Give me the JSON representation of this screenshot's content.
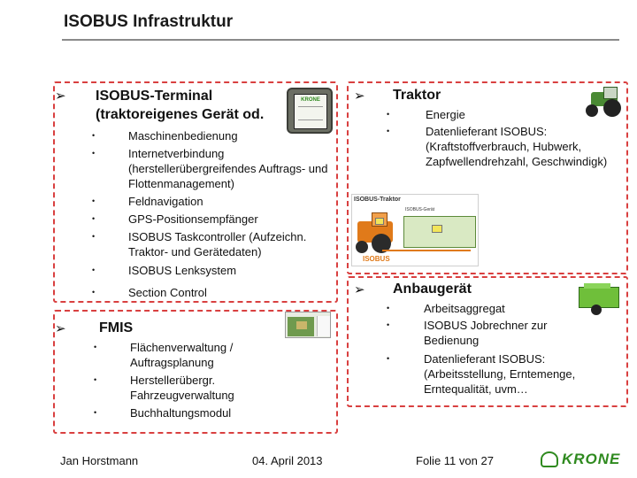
{
  "slide_title": "ISOBUS Infrastruktur",
  "terminal": {
    "heading_line1": "ISOBUS-Terminal",
    "heading_line2": "(traktoreigenes Gerät od.",
    "items": [
      "Maschinenbedienung",
      "Internetverbindung (herstellerübergreifendes Auftrags- und Flottenmanagement)",
      "Feldnavigation",
      "GPS-Positionsempfänger",
      "ISOBUS Taskcontroller (Aufzeichn. Traktor- und Gerätedaten)",
      "ISOBUS Lenksystem",
      "Section Control"
    ],
    "screen_brand": "KRONE"
  },
  "fmis": {
    "heading": "FMIS",
    "items": [
      "Flächenverwaltung / Auftragsplanung",
      "Herstellerübergr. Fahrzeugverwaltung",
      "Buchhaltungsmodul"
    ]
  },
  "traktor": {
    "heading": "Traktor",
    "items": [
      "Energie",
      "Datenlieferant ISOBUS: (Kraftstoffverbrauch, Hubwerk, Zapfwellendrehzahl, Geschwindigk)"
    ]
  },
  "diagram": {
    "left_label": "ISOBUS-Traktor",
    "right_label": "ISOBUS-Gerät",
    "bus_label": "ISOBUS"
  },
  "anbaugeraet": {
    "heading": "Anbaugerät",
    "items": [
      "Arbeitsaggregat",
      "ISOBUS Jobrechner zur Bedienung",
      "Datenlieferant ISOBUS: (Arbeitsstellung, Erntemenge, Erntequalität, uvm…"
    ]
  },
  "footer": {
    "author": "Jan Horstmann",
    "date": "04. April 2013",
    "slide_number": "Folie 11 von 27",
    "logo_text": "KRONE"
  },
  "colors": {
    "box_border": "#d94040",
    "krone_green": "#2f8a1f",
    "tractor_green": "#3d7a2a"
  }
}
